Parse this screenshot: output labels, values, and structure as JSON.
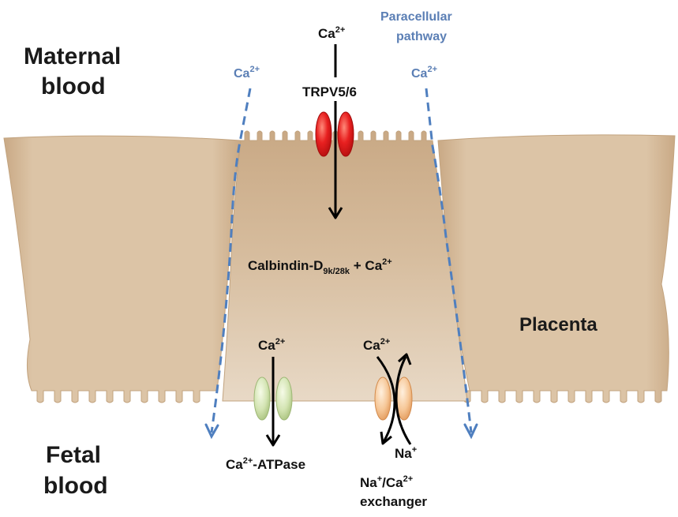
{
  "labels": {
    "maternal_line1": "Maternal",
    "maternal_line2": "blood",
    "fetal_line1": "Fetal",
    "fetal_line2": "blood",
    "placenta": "Placenta",
    "paracellular_line1": "Paracellular",
    "paracellular_line2": "pathway",
    "trpv": "TRPV5/6",
    "calbindin_main": "Calbindin-D",
    "calbindin_sub": "9k/28k",
    "calbindin_tail": " + Ca",
    "ca": "Ca",
    "ca_sup": "2+",
    "atpase_tail": "-ATPase",
    "na": "Na",
    "na_sup": "+",
    "exchanger_mid": "/Ca",
    "exchanger_line2": "exchanger"
  },
  "colors": {
    "cell_fill": "#d7bc9c",
    "cell_edge": "#c2a37f",
    "central_cell": "#dcc4a6",
    "paracellular_arrow": "#4f7fbf",
    "trpv_channel": "#e52020",
    "atpase_channel": "#cfe0ad",
    "exchanger_channel": "#f5c89a",
    "flux_arrow": "#000000"
  }
}
